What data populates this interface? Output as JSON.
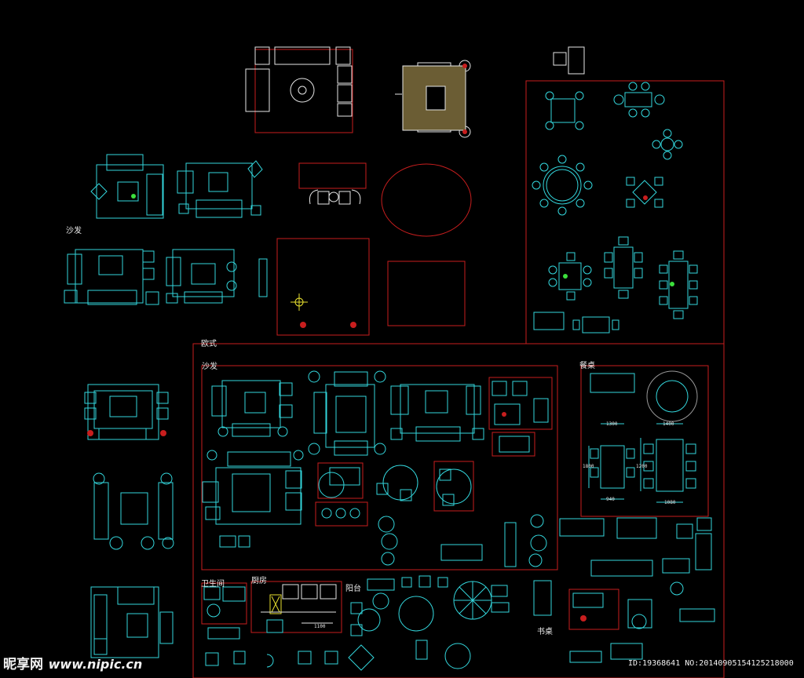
{
  "labels": {
    "sofa_1": "沙发",
    "european": "欧式",
    "sofa_2": "沙发",
    "dining": "餐桌",
    "bathroom": "卫生间",
    "kitchen": "厨房",
    "balcony": "阳台",
    "desk": "书桌"
  },
  "dims": [
    "1300",
    "1400",
    "1800",
    "1200",
    "940",
    "1080",
    "1100"
  ],
  "watermark": {
    "site_main": "昵享网",
    "site_url": "www.nipic.cn",
    "id_text": "ID:19368641 NO:20140905154125218000"
  },
  "colors": {
    "background": "#000000",
    "frame": "#c81e1e",
    "symbol": "#33d6dc",
    "white_symbol": "#e6e6e6",
    "olive": "#6b5d34",
    "yellow": "#e8e030",
    "green": "#3ce03c"
  }
}
